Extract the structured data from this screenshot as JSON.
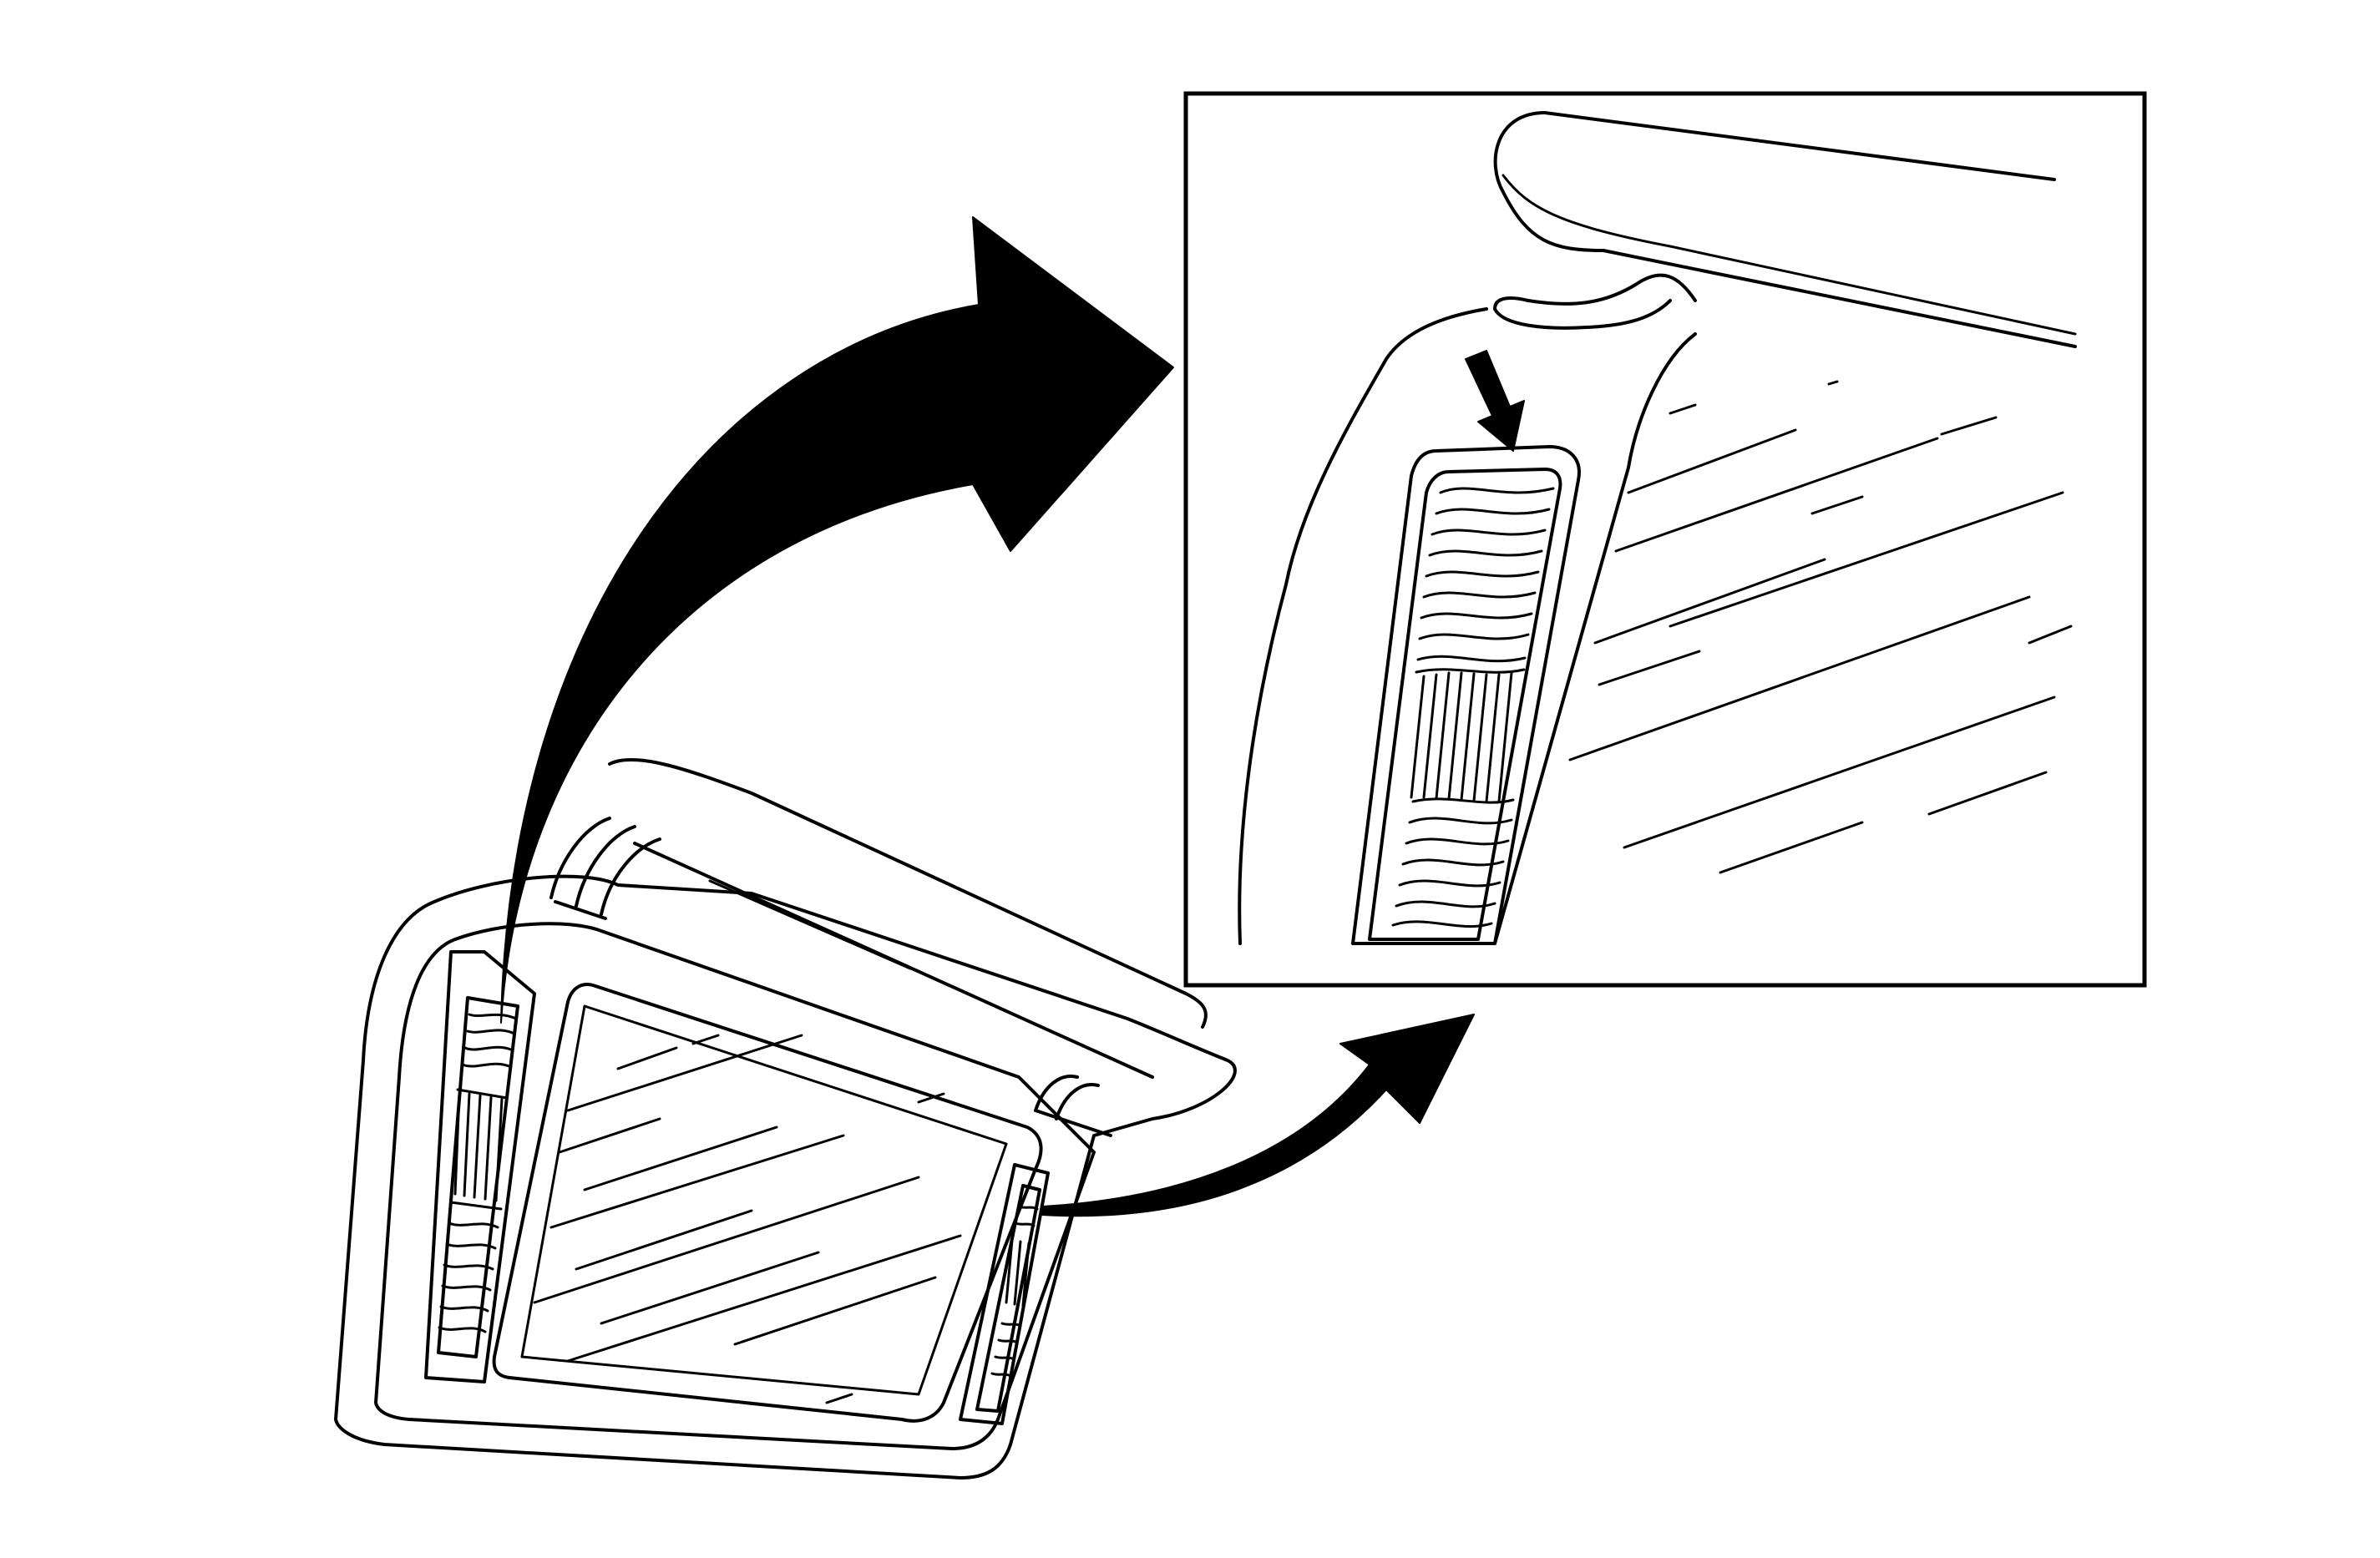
{
  "illustration": {
    "background": "#ffffff",
    "line_color": "#000000",
    "panels": [
      {
        "name": "overview",
        "content": "mirror-housing-with-two-light-windows"
      },
      {
        "name": "detail-inset",
        "content": "zoomed-light-window-with-pointer-arrow"
      }
    ],
    "callout_arrows": [
      "upper-left-window-to-inset",
      "right-window-to-inset"
    ],
    "text_labels": []
  }
}
